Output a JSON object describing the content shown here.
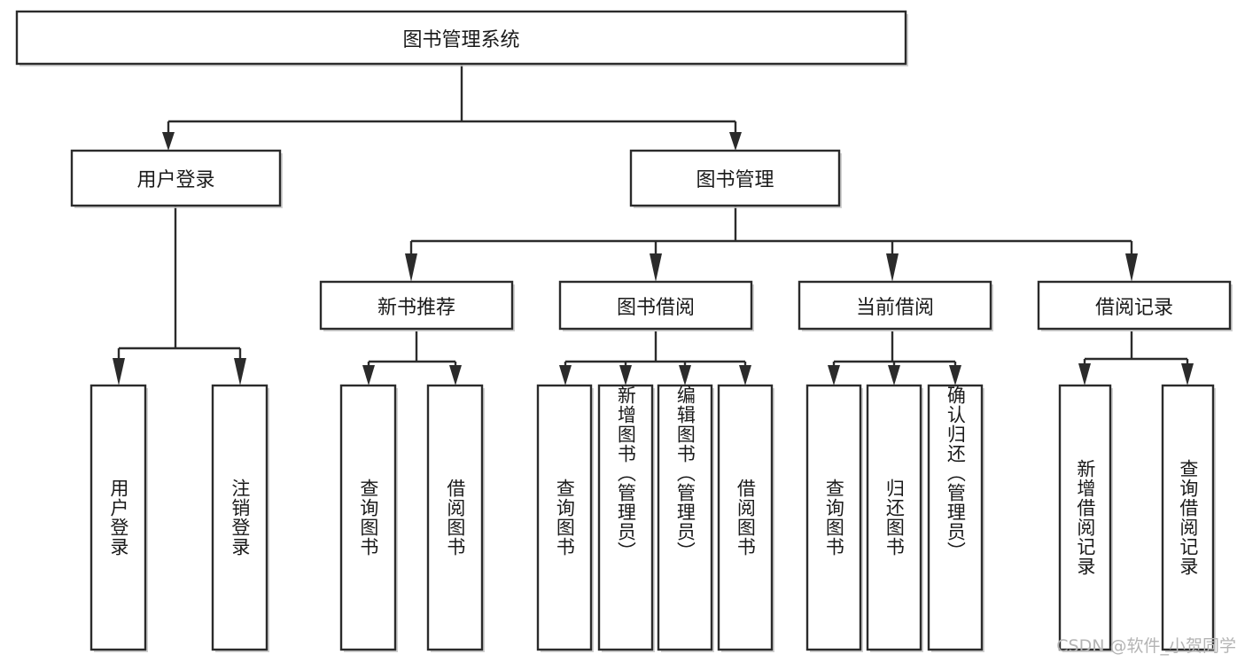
{
  "diagram": {
    "title": "图书管理系统",
    "type": "tree-hierarchy",
    "orientation": "top-down",
    "watermark": "CSDN @软件_小贺同学",
    "colors": {
      "box_stroke": "#2b2b2b",
      "box_fill": "#ffffff",
      "connector": "#2b2b2b",
      "text": "#1a1a1a",
      "watermark": "#b4b4b4",
      "background": "#ffffff"
    },
    "nodes": {
      "root": {
        "label": "图书管理系统"
      },
      "level2": [
        {
          "id": "user-login",
          "label": "用户登录"
        },
        {
          "id": "book-management",
          "label": "图书管理"
        }
      ],
      "level3": [
        {
          "id": "new-book-recommend",
          "label": "新书推荐"
        },
        {
          "id": "book-borrow",
          "label": "图书借阅"
        },
        {
          "id": "current-borrow",
          "label": "当前借阅"
        },
        {
          "id": "borrow-record",
          "label": "借阅记录"
        }
      ],
      "leaves": {
        "user-login": [
          {
            "id": "leaf-user-login",
            "label": "用户登录"
          },
          {
            "id": "leaf-user-logout",
            "label": "注销登录"
          }
        ],
        "new-book-recommend": [
          {
            "id": "leaf-query-book-1",
            "label": "查询图书"
          },
          {
            "id": "leaf-borrow-book-1",
            "label": "借阅图书"
          }
        ],
        "book-borrow": [
          {
            "id": "leaf-query-book-2",
            "label": "查询图书"
          },
          {
            "id": "leaf-add-book",
            "label": "新增图书（管理员）"
          },
          {
            "id": "leaf-edit-book",
            "label": "编辑图书（管理员）"
          },
          {
            "id": "leaf-borrow-book-2",
            "label": "借阅图书"
          }
        ],
        "current-borrow": [
          {
            "id": "leaf-query-book-3",
            "label": "查询图书"
          },
          {
            "id": "leaf-return-book",
            "label": "归还图书"
          },
          {
            "id": "leaf-confirm-return",
            "label": "确认归还（管理员）"
          }
        ],
        "borrow-record": [
          {
            "id": "leaf-add-record",
            "label": "新增借阅记录"
          },
          {
            "id": "leaf-query-record",
            "label": "查询借阅记录"
          }
        ]
      }
    }
  }
}
